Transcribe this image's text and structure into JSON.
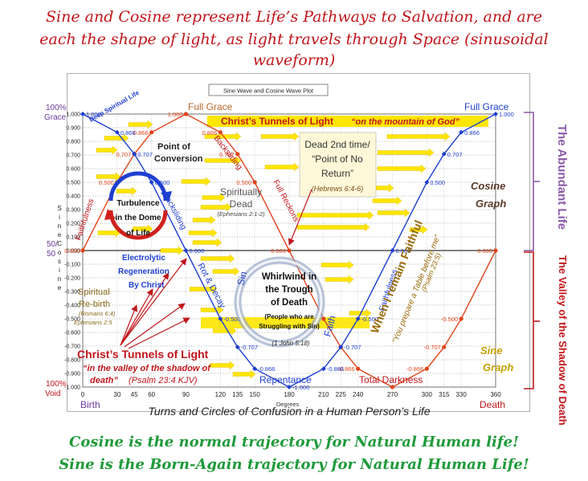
{
  "header": {
    "line1": "Sine and Cosine represent Life’s Pathways to Salvation, and are",
    "line2": "each the shape of light, as light travels through Space (sinusoidal waveform)"
  },
  "footer": {
    "line1": "Cosine is the normal trajectory for Natural Human life!",
    "line2": "Sine is the Born-Again trajectory for Natural Human Life!"
  },
  "side_labels": {
    "abundant_life": "The Abundant Life",
    "valley": "The Valley of the Shadow of Death"
  },
  "colors": {
    "title_red": "#c0161b",
    "footer_green": "#1f9a3a",
    "sine": "#e0451d",
    "cosine": "#1f3fd0",
    "arrow_yellow": "#ffe600",
    "bracket_purple": "#8a5aa8"
  },
  "chart_data": {
    "type": "line",
    "title": "Sine Wave and Cosine Wave Plot",
    "xlabel": "Degrees",
    "ylabel": "Sine Cosine",
    "xlim": [
      0,
      360
    ],
    "ylim": [
      -1,
      1
    ],
    "grid": true,
    "x": [
      0,
      30,
      45,
      60,
      90,
      120,
      135,
      150,
      180,
      210,
      225,
      240,
      270,
      300,
      315,
      330,
      360
    ],
    "x_ticks": [
      "0",
      "30",
      "45",
      "60",
      "90",
      "120",
      "135",
      "150",
      "180",
      "210",
      "225",
      "240",
      "270",
      "300",
      "315",
      "330",
      "360"
    ],
    "y_ticks": [
      "1.000",
      "0.900",
      "0.800",
      "0.700",
      "0.600",
      "0.500",
      "0.400",
      "0.300",
      "0.200",
      "0.100",
      "0.000",
      "-0.100",
      "-0.200",
      "-0.300",
      "-0.400",
      "-0.500",
      "-0.600",
      "-0.700",
      "-0.800",
      "-0.900",
      "-1.000"
    ],
    "series": [
      {
        "key": "sine",
        "values": [
          0,
          0.5,
          0.707,
          0.866,
          1,
          0.866,
          0.707,
          0.5,
          0,
          -0.5,
          -0.707,
          -0.866,
          -1,
          -0.866,
          -0.707,
          -0.5,
          0
        ]
      },
      {
        "key": "cosine",
        "values": [
          1,
          0.866,
          0.707,
          0.5,
          0,
          -0.5,
          -0.707,
          -0.866,
          -1,
          -0.866,
          -0.707,
          -0.5,
          0,
          0.5,
          0.707,
          0.866,
          1
        ]
      }
    ],
    "point_labels": [
      {
        "series": "sine",
        "x": 0,
        "text": "0.000"
      },
      {
        "series": "sine",
        "x": 30,
        "text": "0.500"
      },
      {
        "series": "sine",
        "x": 45,
        "text": "0.707"
      },
      {
        "series": "sine",
        "x": 60,
        "text": "0.866"
      },
      {
        "series": "sine",
        "x": 90,
        "text": "1.000"
      },
      {
        "series": "sine",
        "x": 120,
        "text": "0.866"
      },
      {
        "series": "sine",
        "x": 135,
        "text": "0.707"
      },
      {
        "series": "sine",
        "x": 150,
        "text": "0.500"
      },
      {
        "series": "sine",
        "x": 180,
        "text": "0.000"
      },
      {
        "series": "sine",
        "x": 240,
        "text": "-0.866"
      },
      {
        "series": "sine",
        "x": 300,
        "text": "-0.866"
      },
      {
        "series": "sine",
        "x": 315,
        "text": "-0.707"
      },
      {
        "series": "sine",
        "x": 330,
        "text": "-0.500"
      },
      {
        "series": "sine",
        "x": 360,
        "text": "0.000"
      },
      {
        "series": "cosine",
        "x": 0,
        "text": "1.000"
      },
      {
        "series": "cosine",
        "x": 30,
        "text": "0.866"
      },
      {
        "series": "cosine",
        "x": 45,
        "text": "0.707"
      },
      {
        "series": "cosine",
        "x": 60,
        "text": "0.500"
      },
      {
        "series": "cosine",
        "x": 90,
        "text": "0.000"
      },
      {
        "series": "cosine",
        "x": 120,
        "text": "-0.500"
      },
      {
        "series": "cosine",
        "x": 135,
        "text": "-0.707"
      },
      {
        "series": "cosine",
        "x": 150,
        "text": "-0.866"
      },
      {
        "series": "cosine",
        "x": 180,
        "text": "-1.000"
      },
      {
        "series": "cosine",
        "x": 210,
        "text": "-0.866"
      },
      {
        "series": "cosine",
        "x": 225,
        "text": "-0.707"
      },
      {
        "series": "cosine",
        "x": 240,
        "text": "-0.500"
      },
      {
        "series": "cosine",
        "x": 270,
        "text": "0.000"
      },
      {
        "series": "cosine",
        "x": 300,
        "text": "0.500"
      },
      {
        "series": "cosine",
        "x": 315,
        "text": "0.707"
      },
      {
        "series": "cosine",
        "x": 330,
        "text": "0.866"
      },
      {
        "series": "cosine",
        "x": 360,
        "text": "1.000"
      }
    ],
    "y_side_labels": {
      "top": [
        "100%",
        "Grace"
      ],
      "middle": [
        "50/",
        "50"
      ],
      "bottom": [
        "100%",
        "Void"
      ]
    },
    "x_stage_labels": {
      "birth": "Birth",
      "death": "Death"
    },
    "caption": "Turns and Circles of Confusion in a Human Person’s Life"
  },
  "annotations": {
    "full_grace_left": "Full Grace",
    "full_grace_right": "Full Grace",
    "tunnels_top": "Christ’s Tunnels of Light",
    "tunnels_top_sub": "“on the mountain of God”",
    "deep_spiritual_life": "Deep Spiritual Life",
    "point_of_conversion": [
      "Point of",
      "Conversion"
    ],
    "backsliding_sine": "Backsliding",
    "backsliding_cosine": "Backsliding",
    "full_reckons": "Full Reckons",
    "dead_second_time": [
      "Dead 2nd time/",
      "“Point of No",
      "Return”"
    ],
    "hebrews": "(Hebrews 6:4-6)",
    "spiritually_dead": [
      "Spiritually",
      "Dead"
    ],
    "ephesians_21": "(Ephesians 2:1-2)",
    "turbulence": [
      "Turbulence",
      "in the Dome",
      "of Life"
    ],
    "faithfulness_left": "Faithfulness",
    "faithfulness_right": "Faithfulness",
    "electrolytic": [
      "Electrolytic",
      "Regeneration",
      "By Christ"
    ],
    "spiritual_rebirth": [
      "Spiritual",
      "Re-birth"
    ],
    "romans": "(Romans 6:4)",
    "ephesians_25": "Ephesians 2:5",
    "rot_decay": "Rot & Decay",
    "sin": "Sin",
    "faith": "Faith",
    "whirlwind": [
      "Whirlwind in",
      "the Trough",
      "of Death"
    ],
    "struggling": [
      "(People who are",
      "Struggling with Sin)"
    ],
    "john": "(1 John 5:18)",
    "tunnels_bottom": "Christ’s Tunnels of Light",
    "valley_quote": [
      "“in the valley of the shadow of",
      "death”"
    ],
    "psalm_23": "(Psalm 23:4 KJV)",
    "repentance": "Repentance",
    "total_darkness": "Total Darkness",
    "remain_faithful": "When I remain Faithful",
    "prepare_table": "“You prepare a Table before me”",
    "psalm_235": "(Psalm 23:5)",
    "cosine_graph": [
      "Cosine",
      "Graph"
    ],
    "sine_graph": [
      "Sine",
      "Graph"
    ]
  }
}
